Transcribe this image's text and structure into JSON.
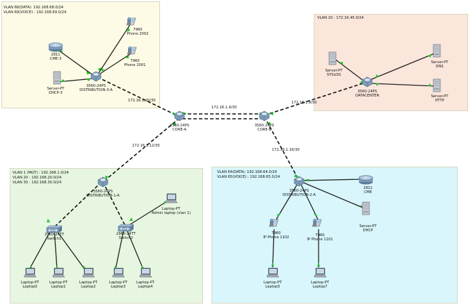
{
  "colors": {
    "zone_yellow": "#fdfbe6",
    "zone_peach": "#fbe6dc",
    "zone_green": "#e6f6e0",
    "zone_cyan": "#d8f6fb",
    "trunk_line": "#111111",
    "access_line": "#333333",
    "link_up": "#22c42a",
    "switch_blue": "#7d9bb8"
  },
  "zones": {
    "cme3": {
      "lines": [
        "VLAN 68(DATA): 192.168.68.0/24",
        "VLAN 69(VOICE) : 192.168.69.0/24"
      ]
    },
    "datacenter": {
      "lines": [
        "VLAN 10 : 172.16.45.0/24"
      ]
    },
    "dist1": {
      "lines": [
        "VLAN 1 (MGT) : 192.168.1.0/24",
        "VLAN 20 : 192.168.20.0/24",
        "VLAN 30 : 192.168.30.0/24"
      ]
    },
    "dist2": {
      "lines": [
        "VLAN 64(DATA): 192.168.64.0/24",
        "VLAN 65(VOICE) : 192.168.65.0/24"
      ]
    }
  },
  "links": {
    "d3_corea": "172.16.1.20/30",
    "corea_coreb": "172.16.1.4/30",
    "coreb_dc": "172.16.1.8/30",
    "corea_d1": "172.16.1.12/30",
    "coreb_d2": "172.16.1.16/30"
  },
  "devices": {
    "cme3": {
      "l1": "2811",
      "l2": "CME-3",
      "icon": "router-icon"
    },
    "phone2002": {
      "l1": "7960",
      "l2": "Phone 2002",
      "icon": "ip-phone-icon"
    },
    "phone2001": {
      "l1": "7960",
      "l2": "Phone 2001",
      "icon": "ip-phone-icon"
    },
    "dhcp3": {
      "l1": "Server-PT",
      "l2": "DHCP-3",
      "icon": "server-icon"
    },
    "dist3": {
      "l1": "3560-24PS",
      "l2": "DISTRIBUTION-3-A",
      "icon": "multilayer-switch-icon"
    },
    "corea": {
      "l1": "3560-24PS",
      "l2": "CORE-A",
      "icon": "multilayer-switch-icon"
    },
    "coreb": {
      "l1": "3560-24PS",
      "l2": "CORE-B",
      "icon": "multilayer-switch-icon"
    },
    "syslog": {
      "l1": "Server-PT",
      "l2": "SYSLOG",
      "icon": "server-icon"
    },
    "dns": {
      "l1": "Server-PT",
      "l2": "DNS",
      "icon": "server-icon"
    },
    "http": {
      "l1": "Server-PT",
      "l2": "HTTP",
      "icon": "server-icon"
    },
    "datacenter": {
      "l1": "3560-24PS",
      "l2": "DATACENTER",
      "icon": "multilayer-switch-icon"
    },
    "dist1": {
      "l1": "3560-24PS",
      "l2": "DISTRIBUTION-1-A",
      "icon": "multilayer-switch-icon"
    },
    "admin": {
      "l1": "Laptop-PT",
      "l2": "Admin laptop (vlan 1)",
      "icon": "laptop-icon"
    },
    "sw1": {
      "l1": "2960-24TT",
      "l2": "Switch1",
      "icon": "switch-icon"
    },
    "sw2": {
      "l1": "2960-24TT",
      "l2": "Switch2",
      "icon": "switch-icon"
    },
    "lap0": {
      "l1": "Laptop-PT",
      "l2": "Laptop0",
      "icon": "laptop-icon"
    },
    "lap1": {
      "l1": "Laptop-PT",
      "l2": "Laptop1",
      "icon": "laptop-icon"
    },
    "lap2": {
      "l1": "Laptop-PT",
      "l2": "Laptop2",
      "icon": "laptop-icon"
    },
    "lap3": {
      "l1": "Laptop-PT",
      "l2": "Laptop3",
      "icon": "laptop-icon"
    },
    "lap4": {
      "l1": "Laptop-PT",
      "l2": "Laptop4",
      "icon": "laptop-icon"
    },
    "dist2": {
      "l1": "3560-24PS",
      "l2": "DISTRIBUTION-2-A",
      "icon": "multilayer-switch-icon"
    },
    "cme": {
      "l1": "2811",
      "l2": "CME",
      "icon": "router-icon"
    },
    "phone1102": {
      "l1": "7960",
      "l2": "IP Phone 1102",
      "icon": "ip-phone-icon"
    },
    "phone1101": {
      "l1": "7960",
      "l2": "IP Phone 1101",
      "icon": "ip-phone-icon"
    },
    "dhcp": {
      "l1": "Server-PT",
      "l2": "DHCP",
      "icon": "server-icon"
    },
    "lap5": {
      "l1": "Laptop-PT",
      "l2": "Laptop5",
      "icon": "laptop-icon"
    },
    "lap7": {
      "l1": "Laptop-PT",
      "l2": "Laptop7",
      "icon": "laptop-icon"
    }
  }
}
